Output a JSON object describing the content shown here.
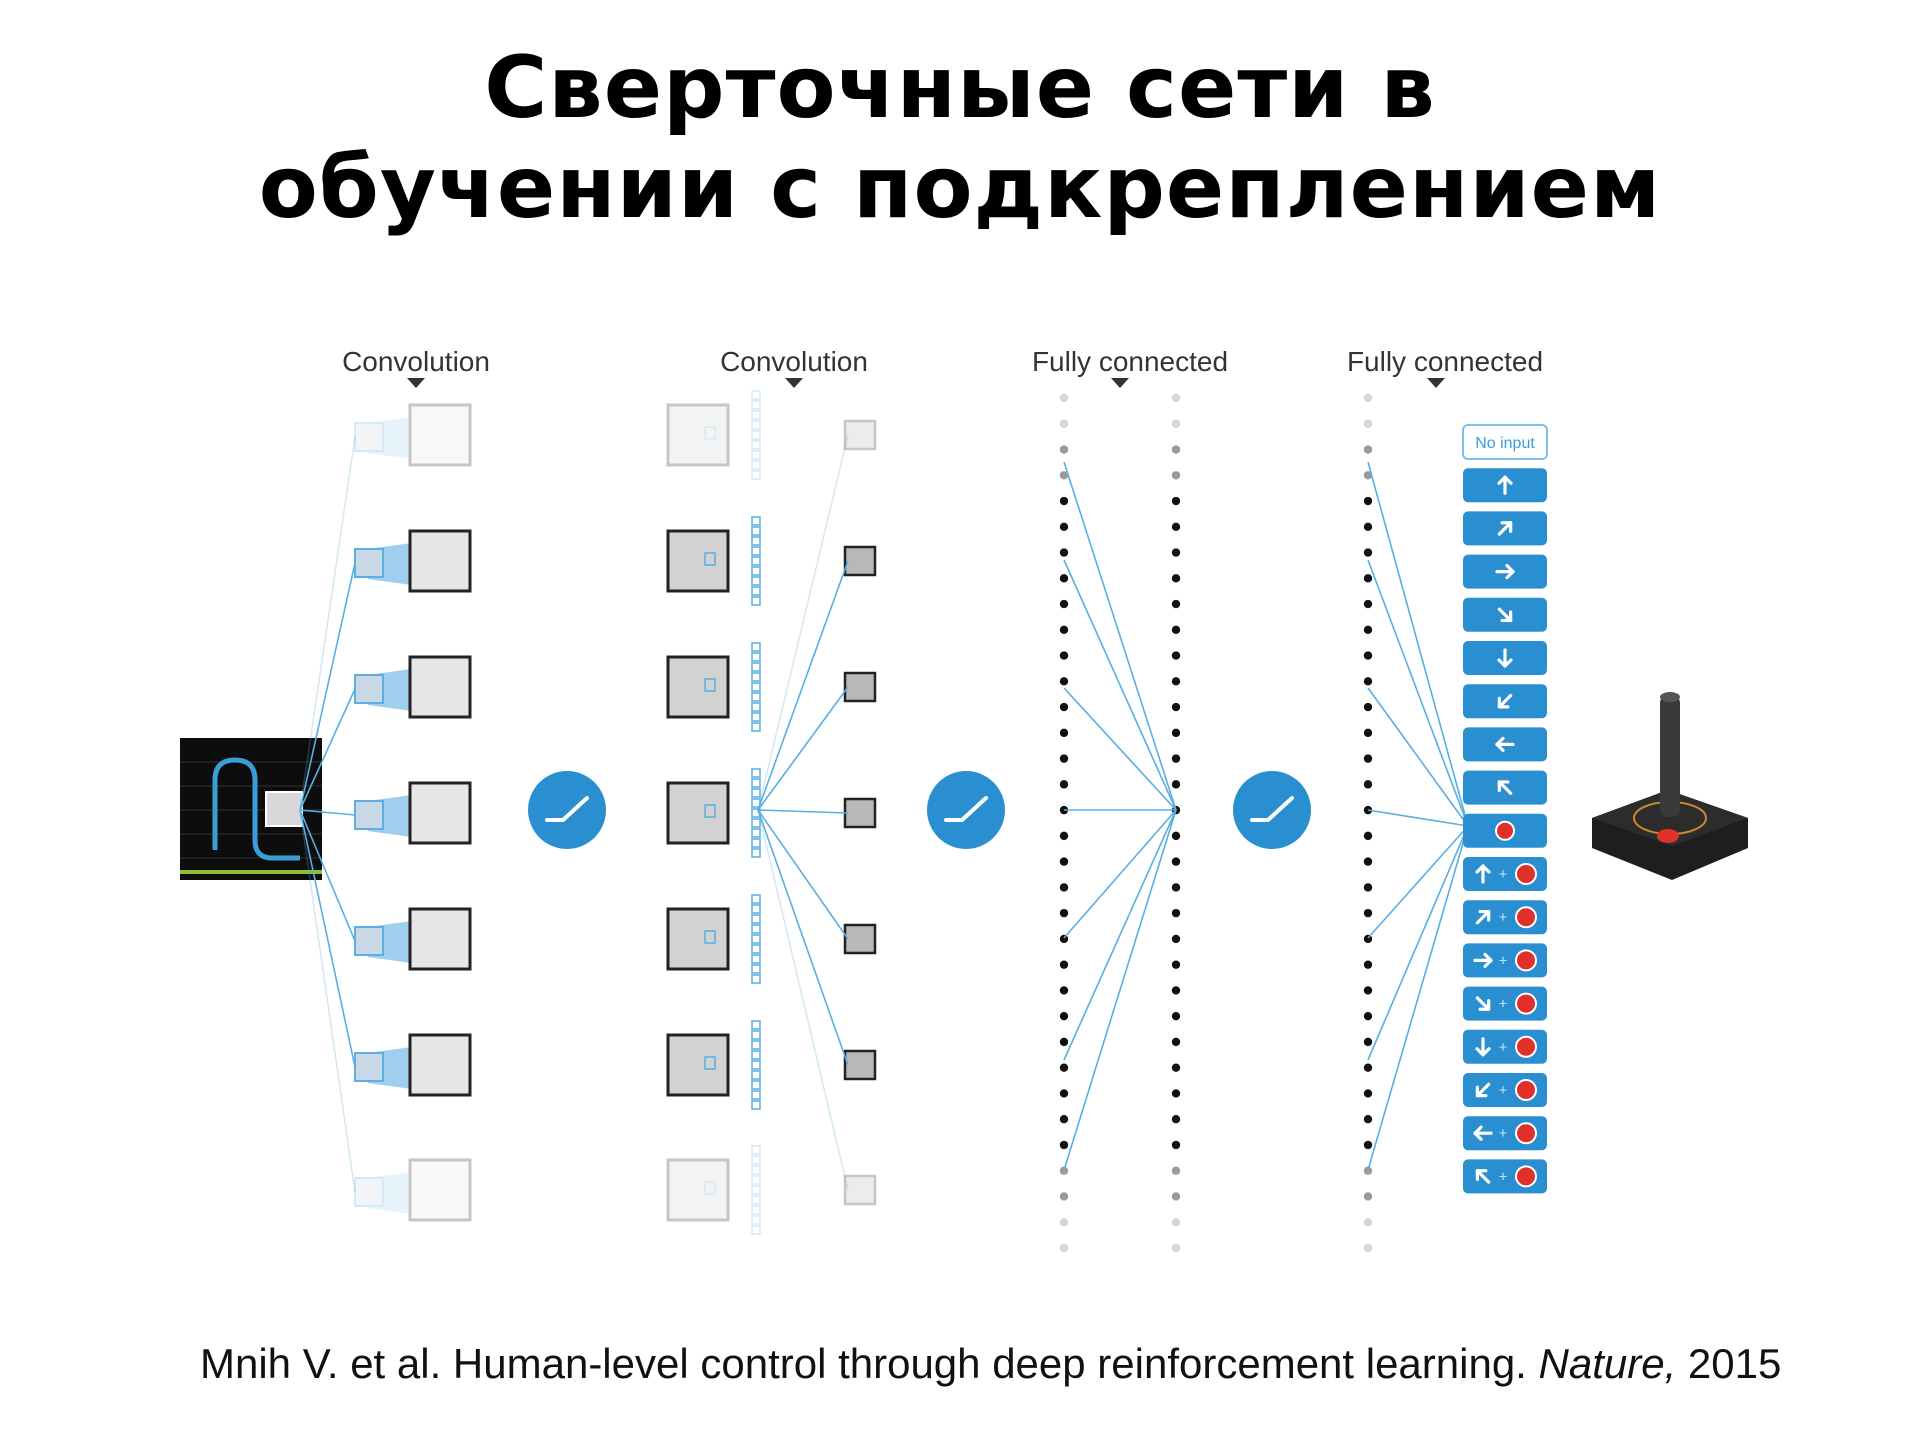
{
  "slide": {
    "title_line1": "Сверточные сети в",
    "title_line2": "обучении с подкреплением"
  },
  "stages": [
    {
      "label": "Convolution"
    },
    {
      "label": "Convolution"
    },
    {
      "label": "Fully connected"
    },
    {
      "label": "Fully connected"
    }
  ],
  "actions": {
    "no_input_label": "No input",
    "items": [
      "up",
      "up-right",
      "right",
      "down-right",
      "down",
      "down-left",
      "left",
      "up-left",
      "fire",
      "up+fire",
      "up-right+fire",
      "right+fire",
      "down-right+fire",
      "down+fire",
      "down-left+fire",
      "left+fire",
      "up-left+fire"
    ]
  },
  "citation": {
    "authors": "Mnih V. et al. Human-level control through deep reinforcement learning. ",
    "journal": "Nature,",
    "year": " 2015"
  },
  "colors": {
    "accent_blue": "#2a8fd1",
    "line_blue": "#5aaee0",
    "fire_red": "#e0302a"
  }
}
